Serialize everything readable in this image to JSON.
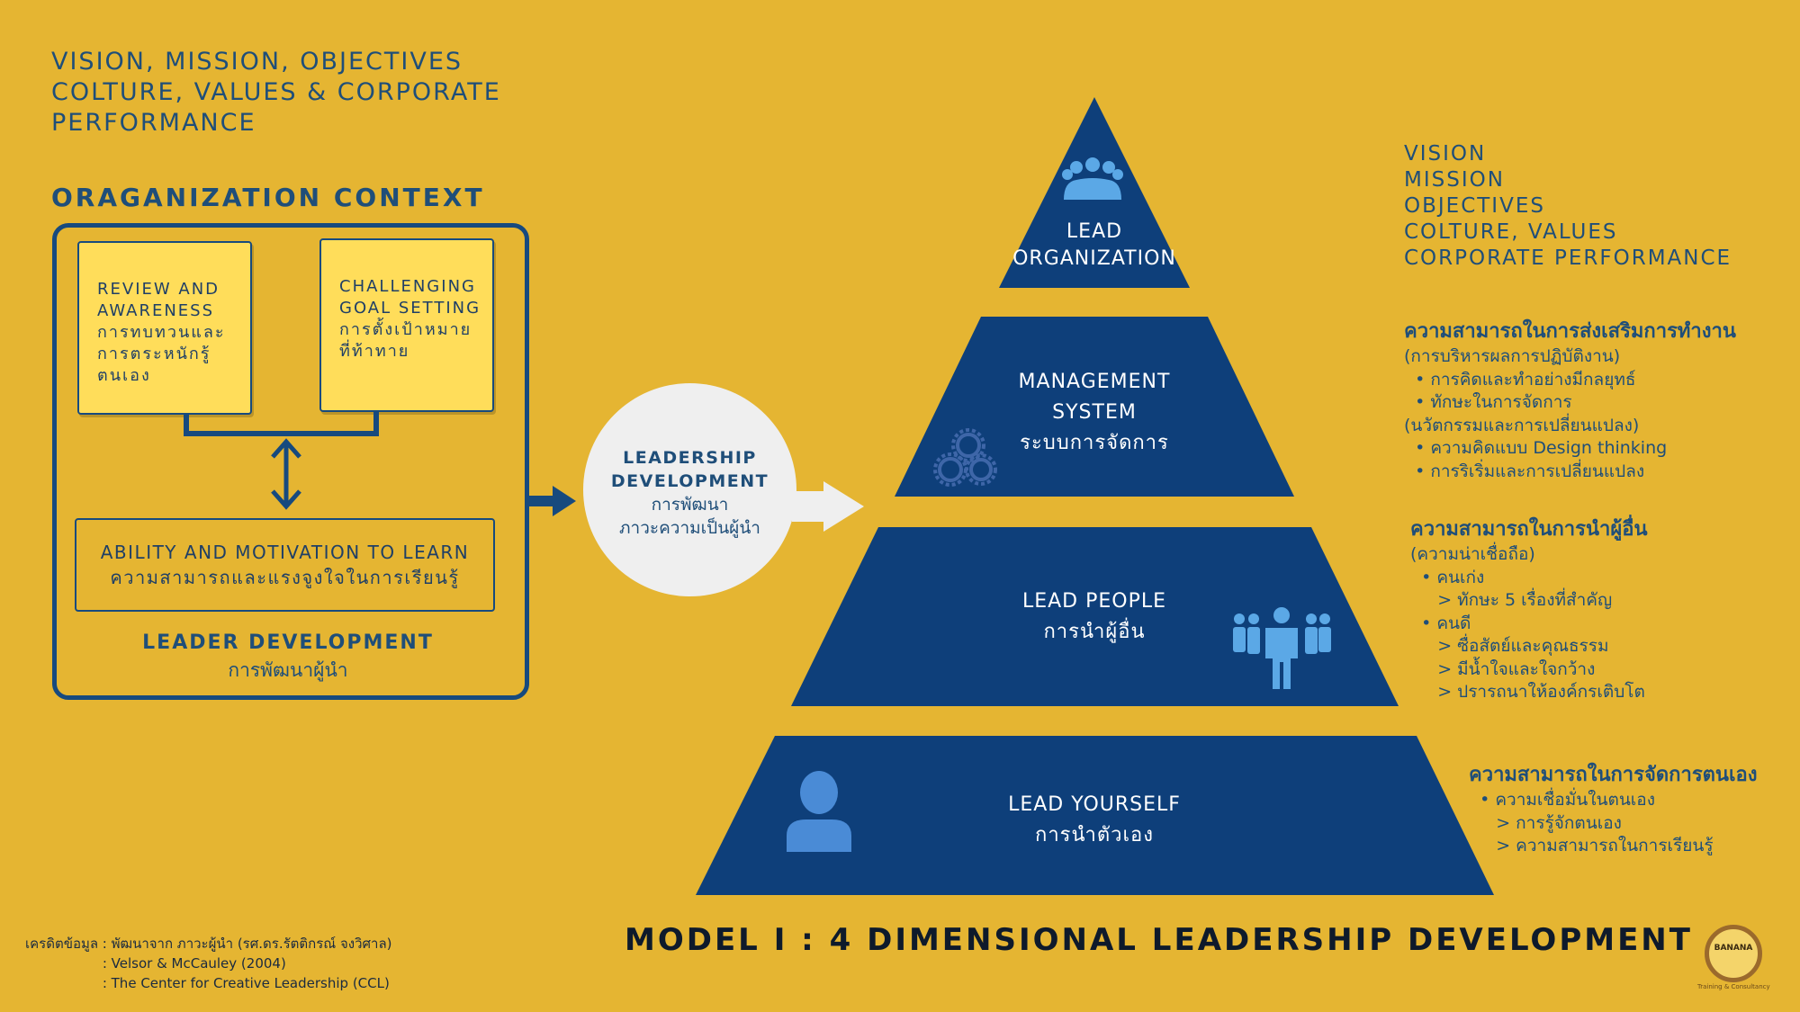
{
  "top_heading": [
    "VISION, MISSION, OBJECTIVES",
    "COLTURE, VALUES & CORPORATE",
    "PERFORMANCE"
  ],
  "context_title": "ORAGANIZATION  CONTEXT",
  "review_note": [
    "REVIEW AND",
    "AWARENESS",
    "การทบทวนและ",
    "การตระหนักรู้",
    "ตนเอง"
  ],
  "goal_note": [
    "CHALLENGING",
    "GOAL SETTING",
    "การตั้งเป้าหมาย",
    "ที่ท้าทาย"
  ],
  "ability": {
    "en": "ABILITY AND MOTIVATION TO LEARN",
    "th": "ความสามารถและแรงจูงใจในการเรียนรู้"
  },
  "leader_development": {
    "en": "LEADER  DEVELOPMENT",
    "th": "การพัฒนาผู้นำ"
  },
  "leadership_development": {
    "en1": "LEADERSHIP",
    "en2": "DEVELOPMENT",
    "th1": "การพัฒนา",
    "th2": "ภาวะความเป็นผู้นำ"
  },
  "pyramid": {
    "lead_org": [
      "LEAD",
      "ORGANIZATION"
    ],
    "management": [
      "MANAGEMENT",
      "SYSTEM",
      "ระบบการจัดการ"
    ],
    "lead_people": [
      "LEAD PEOPLE",
      "การนำผู้อื่น"
    ],
    "lead_yourself": [
      "LEAD YOURSELF",
      "การนำตัวเอง"
    ]
  },
  "right_list": [
    "VISION",
    "MISSION",
    "OBJECTIVES",
    "COLTURE, VALUES",
    "CORPORATE PERFORMANCE"
  ],
  "cap_work": {
    "heading": "ความสามารถในการส่งเสริมการทำงาน",
    "lines": [
      "(การบริหารผลการปฏิบัติงาน)",
      "  • การคิดและทำอย่างมีกลยุทธ์",
      "  • ทักษะในการจัดการ",
      "(นวัตกรรมและการเปลี่ยนแปลง)",
      "  • ความคิดแบบ Design thinking",
      "  • การริเริ่มและการเปลี่ยนแปลง"
    ]
  },
  "cap_people": {
    "heading": "ความสามารถในการนำผู้อื่น",
    "lines": [
      "(ความน่าเชื่อถือ)",
      "  • คนเก่ง",
      "     > ทักษะ 5 เรื่องที่สำคัญ",
      "  • คนดี",
      "     > ซื่อสัตย์และคุณธรรม",
      "     > มีน้ำใจและใจกว้าง",
      "     > ปรารถนาให้องค์กรเติบโต"
    ]
  },
  "cap_self": {
    "heading": "ความสามารถในการจัดการตนเอง",
    "lines": [
      "  • ความเชื่อมั่นในตนเอง",
      "     > การรู้จักตนเอง",
      "     > ความสามารถในการเรียนรู้"
    ]
  },
  "model_title": "MODEL I : 4 DIMENSIONAL LEADERSHIP DEVELOPMENT",
  "credits": [
    "เครดิตข้อมูล : พัฒนาจาก ภาวะผู้นำ (รศ.ดร.รัตติกรณ์ จงวิศาล)",
    "                  : Velsor & McCauley (2004)",
    "                  : The Center for Creative Leadership (CCL)"
  ],
  "logo": {
    "name": "BANANA",
    "tagline": "Training & Consultancy"
  },
  "colors": {
    "background": "#E5B532",
    "navy": "#0E3F7A",
    "note_yellow": "#FFDD5A",
    "icon_blue": "#4A8BD6"
  }
}
